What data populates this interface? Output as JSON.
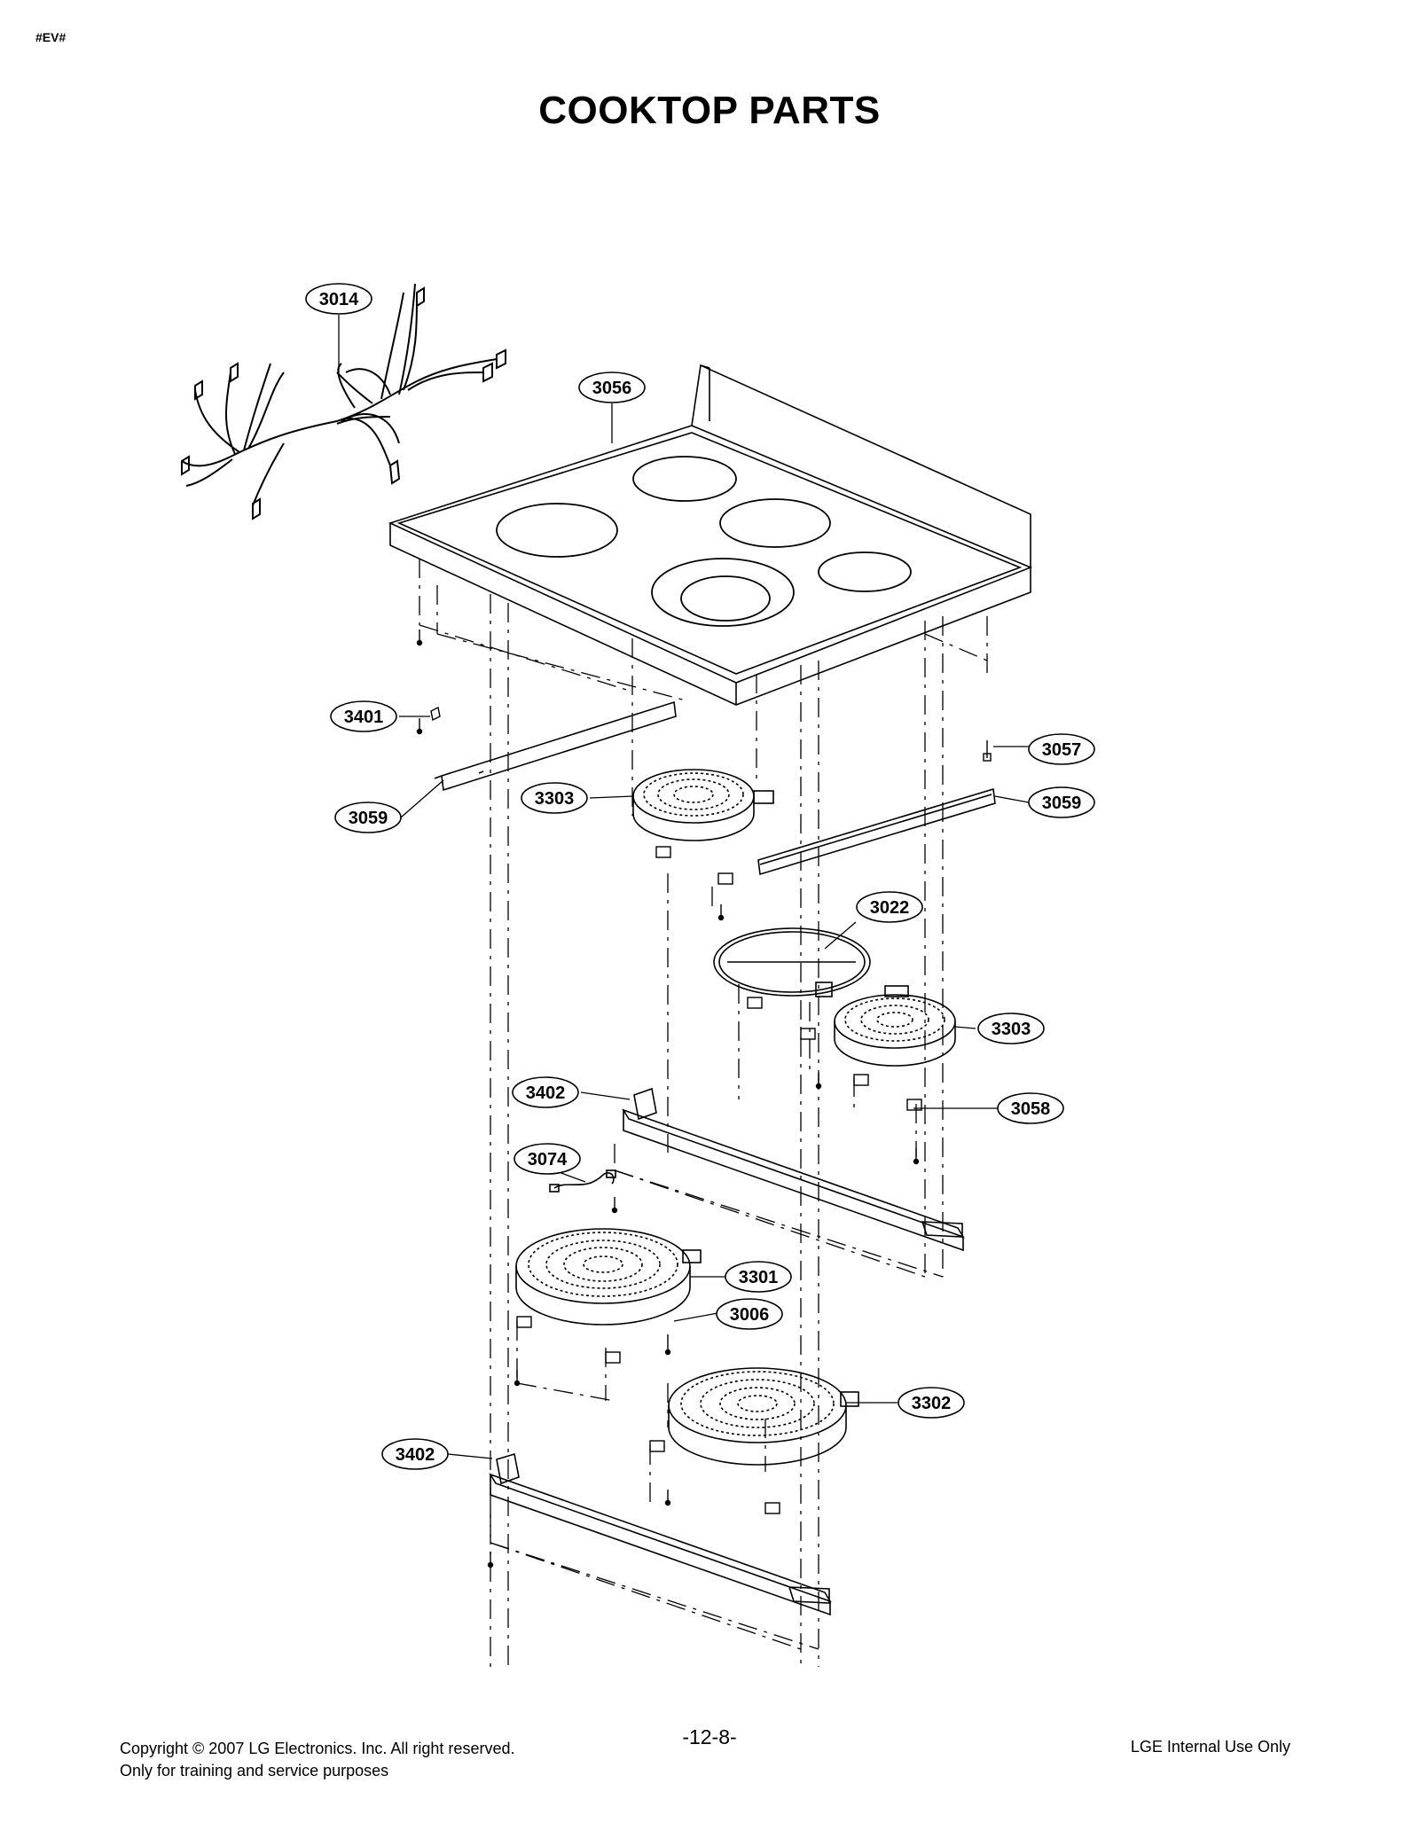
{
  "header": {
    "tag": "#EV#",
    "title": "COOKTOP PARTS"
  },
  "callouts": {
    "harness": "3014",
    "cooktop": "3056",
    "screw_left": "3401",
    "screw_right": "3057",
    "rail_left": "3059",
    "rail_right": "3059",
    "element_rear_left": "3303",
    "element_mid": "3303",
    "bracket_ring": "3022",
    "bracket_upper": "3402",
    "clip": "3058",
    "wire": "3074",
    "element_large": "3301",
    "limiter": "3006",
    "element_front": "3302",
    "bracket_lower": "3402"
  },
  "footer": {
    "copyright_line1": "Copyright © 2007 LG Electronics. Inc. All right reserved.",
    "copyright_line2": "Only for training and service purposes",
    "page_number": "-12-8-",
    "internal": "LGE Internal Use Only"
  },
  "colors": {
    "line": "#000000",
    "background": "#ffffff"
  }
}
